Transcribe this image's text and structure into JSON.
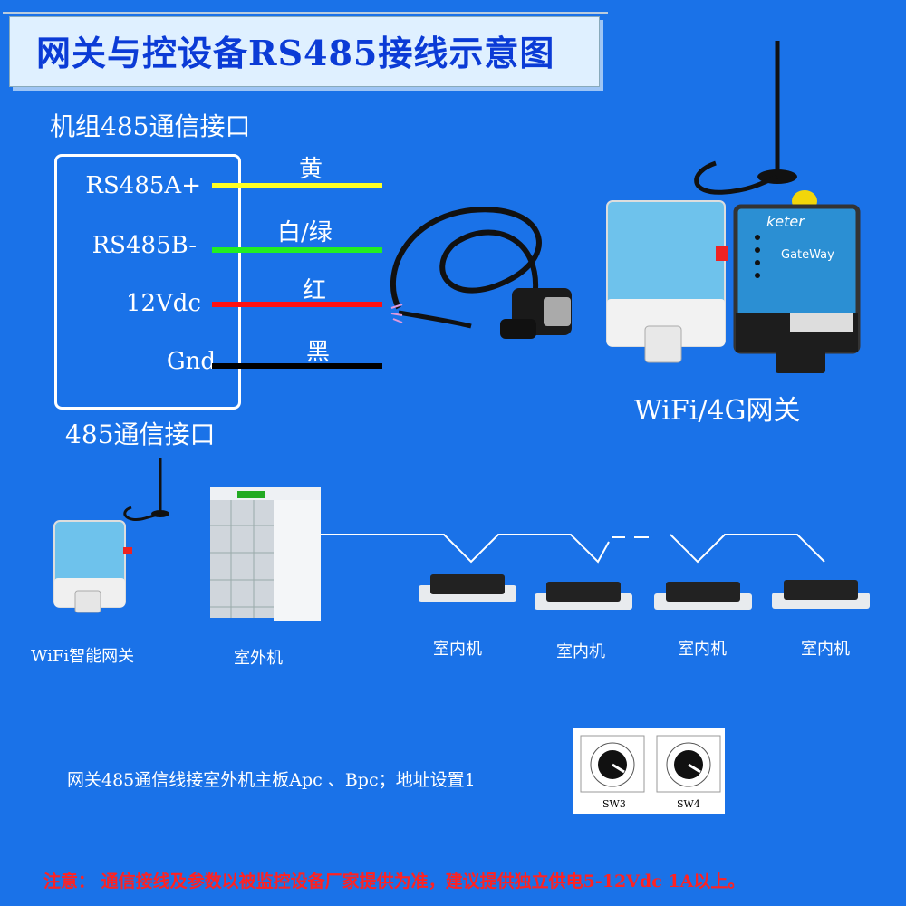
{
  "title": "网关与控设备RS485接线示意图",
  "unit_interface_label": "机组485通信接口",
  "signals": [
    {
      "name": "RS485A+",
      "wire": "黄",
      "color": "#ffff22"
    },
    {
      "name": "RS485B-",
      "wire": "白/绿",
      "color": "#22ee22"
    },
    {
      "name": "12Vdc",
      "wire": "红",
      "color": "#ff1111"
    },
    {
      "name": "Gnd",
      "wire": "黑",
      "color": "#000000"
    }
  ],
  "interface_caption": "485通信接口",
  "gateway_caption": "WiFi/4G网关",
  "gateway_brand": "keter",
  "gateway_model": "GateWay",
  "devices": {
    "wifi_gateway": "WiFi智能网关",
    "outdoor_unit": "室外机",
    "indoor_units": [
      "室内机",
      "室内机",
      "室内机",
      "室内机"
    ]
  },
  "note": "网关485通信线接室外机主板Apc 、Bpc；地址设置1",
  "dip_switches": [
    "SW3",
    "SW4"
  ],
  "warning": "注意： 通信接线及参数以被监控设备厂家提供为准，建议提供独立供电5-12Vdc 1A以上。",
  "colors": {
    "background": "#1a72e8",
    "title_text": "#0b3bd6",
    "warning": "#ff2222"
  }
}
